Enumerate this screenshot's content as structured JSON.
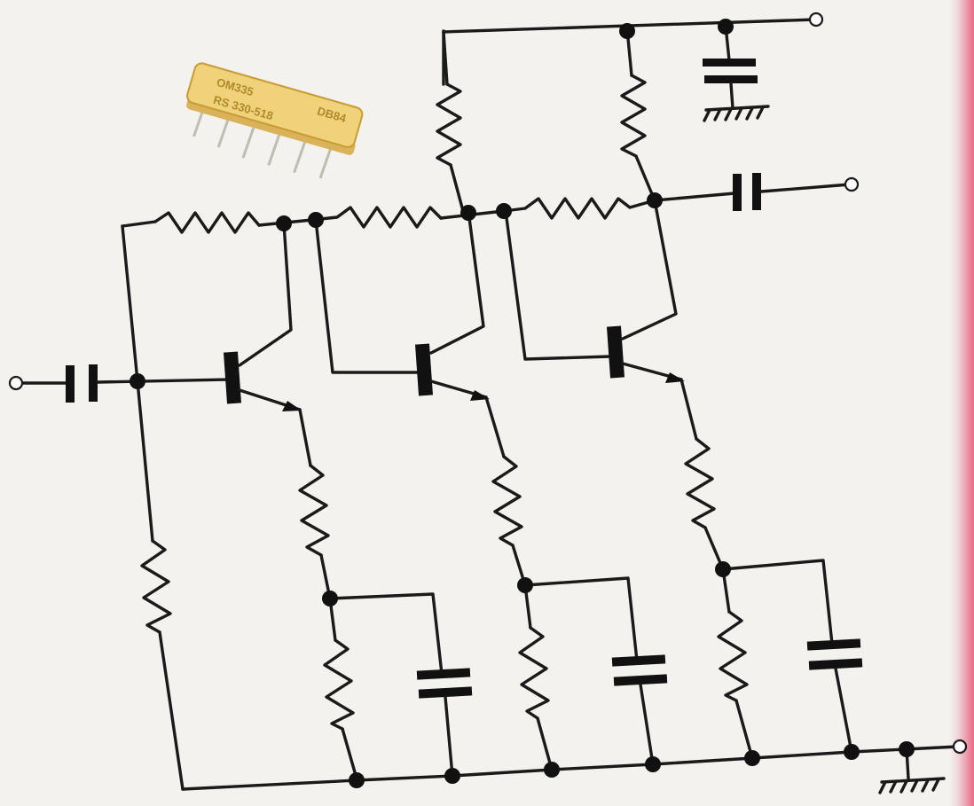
{
  "component_photo": {
    "part_number": "OM335",
    "code": "DB84",
    "marking": "RS 330-518"
  },
  "colors": {
    "background": "#f4f2ef",
    "ink": "#1a1a1a",
    "component_body": "#efd27a",
    "page_edge": "#e86b86"
  }
}
